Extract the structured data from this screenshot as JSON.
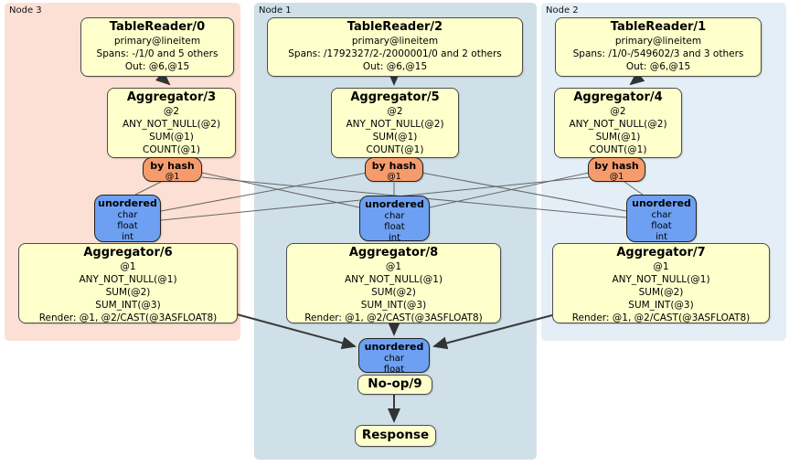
{
  "regions": {
    "node3": {
      "label": "Node 3"
    },
    "node1": {
      "label": "Node 1"
    },
    "node2": {
      "label": "Node 2"
    }
  },
  "processors": {
    "tr0": {
      "title": "TableReader/0",
      "lines": [
        "primary@lineitem",
        "Spans: -/1/0 and 5 others",
        "Out: @6,@15"
      ]
    },
    "tr2": {
      "title": "TableReader/2",
      "lines": [
        "primary@lineitem",
        "Spans: /1792327/2-/2000001/0 and 2 others",
        "Out: @6,@15"
      ]
    },
    "tr1": {
      "title": "TableReader/1",
      "lines": [
        "primary@lineitem",
        "Spans: /1/0-/549602/3 and 3 others",
        "Out: @6,@15"
      ]
    },
    "agg3": {
      "title": "Aggregator/3",
      "lines": [
        "@2",
        "ANY_NOT_NULL(@2)",
        "SUM(@1)",
        "COUNT(@1)"
      ]
    },
    "agg5": {
      "title": "Aggregator/5",
      "lines": [
        "@2",
        "ANY_NOT_NULL(@2)",
        "SUM(@1)",
        "COUNT(@1)"
      ]
    },
    "agg4": {
      "title": "Aggregator/4",
      "lines": [
        "@2",
        "ANY_NOT_NULL(@2)",
        "SUM(@1)",
        "COUNT(@1)"
      ]
    },
    "agg6": {
      "title": "Aggregator/6",
      "lines": [
        "@1",
        "ANY_NOT_NULL(@1)",
        "SUM(@2)",
        "SUM_INT(@3)",
        "Render: @1, @2/CAST(@3ASFLOAT8)"
      ]
    },
    "agg8": {
      "title": "Aggregator/8",
      "lines": [
        "@1",
        "ANY_NOT_NULL(@1)",
        "SUM(@2)",
        "SUM_INT(@3)",
        "Render: @1, @2/CAST(@3ASFLOAT8)"
      ]
    },
    "agg7": {
      "title": "Aggregator/7",
      "lines": [
        "@1",
        "ANY_NOT_NULL(@1)",
        "SUM(@2)",
        "SUM_INT(@3)",
        "Render: @1, @2/CAST(@3ASFLOAT8)"
      ]
    },
    "noop": {
      "title": "No-op/9"
    },
    "resp": {
      "title": "Response"
    }
  },
  "routers": {
    "hash3": {
      "title": "by hash",
      "lines": [
        "@1"
      ]
    },
    "hash5": {
      "title": "by hash",
      "lines": [
        "@1"
      ]
    },
    "hash4": {
      "title": "by hash",
      "lines": [
        "@1"
      ]
    },
    "stream3": {
      "title": "unordered",
      "lines": [
        "char",
        "float",
        "int"
      ]
    },
    "stream8": {
      "title": "unordered",
      "lines": [
        "char",
        "float",
        "int"
      ]
    },
    "stream7": {
      "title": "unordered",
      "lines": [
        "char",
        "float",
        "int"
      ]
    },
    "streamFinal": {
      "title": "unordered",
      "lines": [
        "char",
        "float"
      ]
    }
  },
  "edges": [
    {
      "from": "TableReader/0",
      "to": "Aggregator/3"
    },
    {
      "from": "TableReader/2",
      "to": "Aggregator/5"
    },
    {
      "from": "TableReader/1",
      "to": "Aggregator/4"
    },
    {
      "from": "by hash (Node 3)",
      "to": "unordered (Node 3)"
    },
    {
      "from": "by hash (Node 3)",
      "to": "unordered (Node 1)"
    },
    {
      "from": "by hash (Node 3)",
      "to": "unordered (Node 2)"
    },
    {
      "from": "by hash (Node 1)",
      "to": "unordered (Node 3)"
    },
    {
      "from": "by hash (Node 1)",
      "to": "unordered (Node 1)"
    },
    {
      "from": "by hash (Node 1)",
      "to": "unordered (Node 2)"
    },
    {
      "from": "by hash (Node 2)",
      "to": "unordered (Node 3)"
    },
    {
      "from": "by hash (Node 2)",
      "to": "unordered (Node 1)"
    },
    {
      "from": "by hash (Node 2)",
      "to": "unordered (Node 2)"
    },
    {
      "from": "Aggregator/6",
      "to": "unordered (final)"
    },
    {
      "from": "Aggregator/8",
      "to": "unordered (final)"
    },
    {
      "from": "Aggregator/7",
      "to": "unordered (final)"
    },
    {
      "from": "No-op/9",
      "to": "Response"
    }
  ],
  "colors": {
    "node3_bg": "#fce0d5",
    "node1_bg": "#cfe0e9",
    "node2_bg": "#e4eef7",
    "processor_bg": "#ffffcc",
    "hash_router_bg": "#f69c6c",
    "stream_box_bg": "#6da0f2",
    "thin_edge": "#666666",
    "arrow_edge": "#333333"
  }
}
